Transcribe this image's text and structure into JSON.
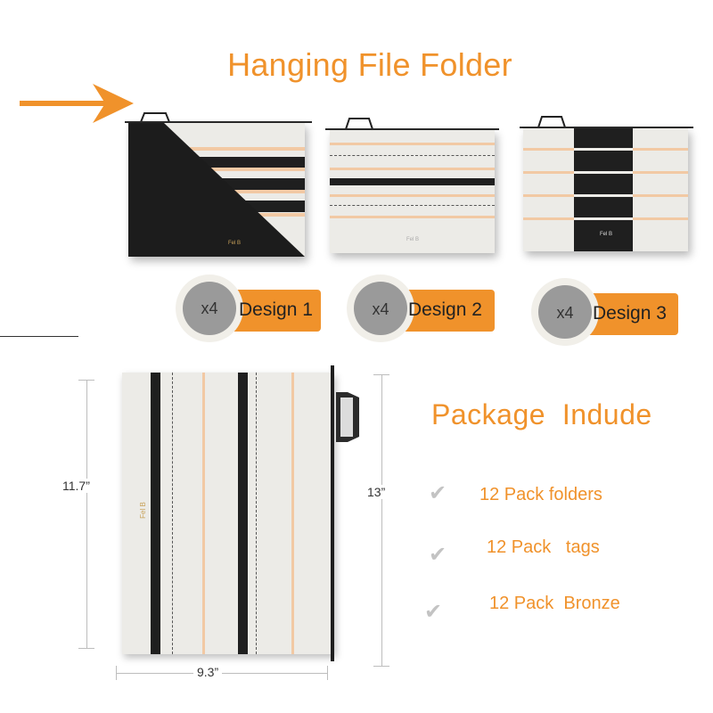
{
  "header": {
    "title": "Hanging File Folder"
  },
  "designs": [
    {
      "quantity": "x4",
      "label": "Design 1"
    },
    {
      "quantity": "x4",
      "label": "Design 2"
    },
    {
      "quantity": "x4",
      "label": "Design 3"
    }
  ],
  "package": {
    "title": "Package  Indude",
    "items": [
      {
        "text": "12 Pack folders",
        "icon": "check-icon"
      },
      {
        "text": "12 Pack   tags",
        "icon": "check-icon"
      },
      {
        "text": "12 Pack  Bronze",
        "icon": "check-icon"
      }
    ]
  },
  "dimensions": {
    "folder_height": "11.7”",
    "hanger_height": "13”",
    "folder_width": "9.3”"
  },
  "colors": {
    "accent": "#f0922b",
    "stripe_dark": "#1f1f1f",
    "stripe_light": "#f2c9a4",
    "folder_bg": "#ecebe7"
  }
}
